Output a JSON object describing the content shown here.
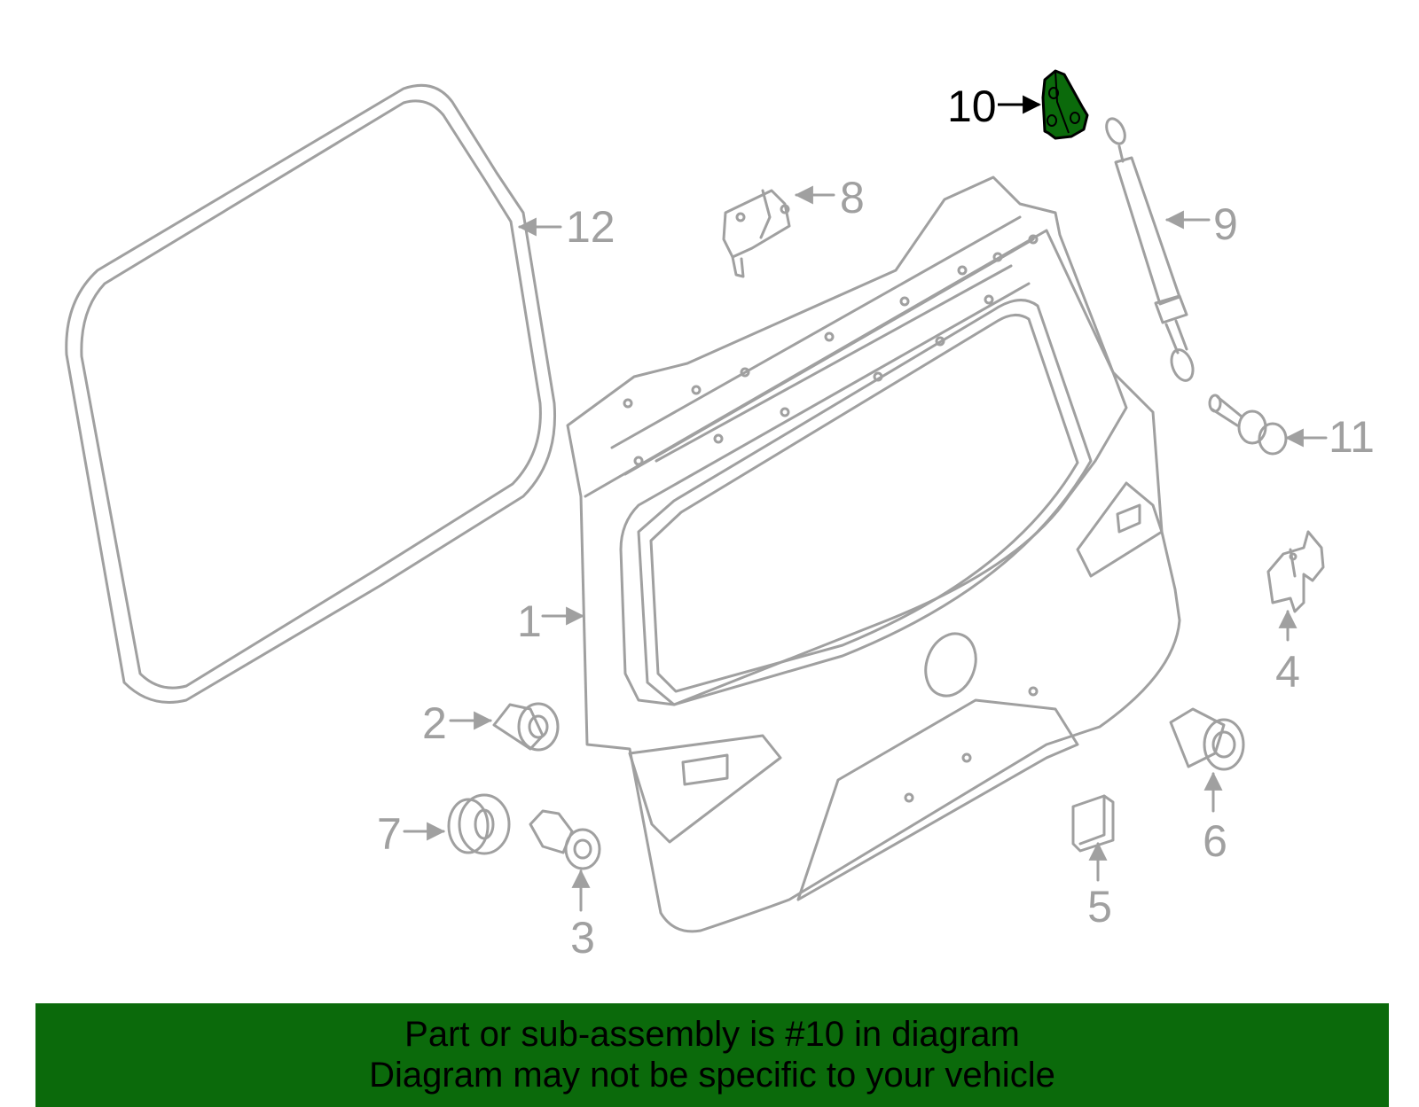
{
  "diagram": {
    "callouts": [
      "1",
      "2",
      "3",
      "4",
      "5",
      "6",
      "7",
      "8",
      "9",
      "10",
      "11",
      "12"
    ],
    "highlighted_part": "10",
    "colors": {
      "line": "#a0a0a0",
      "highlight_fill": "#0b6a0b",
      "highlight_label": "#000000",
      "banner": "#0b6a0b"
    }
  },
  "banner": {
    "line1": "Part or sub-assembly is #10 in diagram",
    "line2": "Diagram may not be specific to your vehicle"
  }
}
